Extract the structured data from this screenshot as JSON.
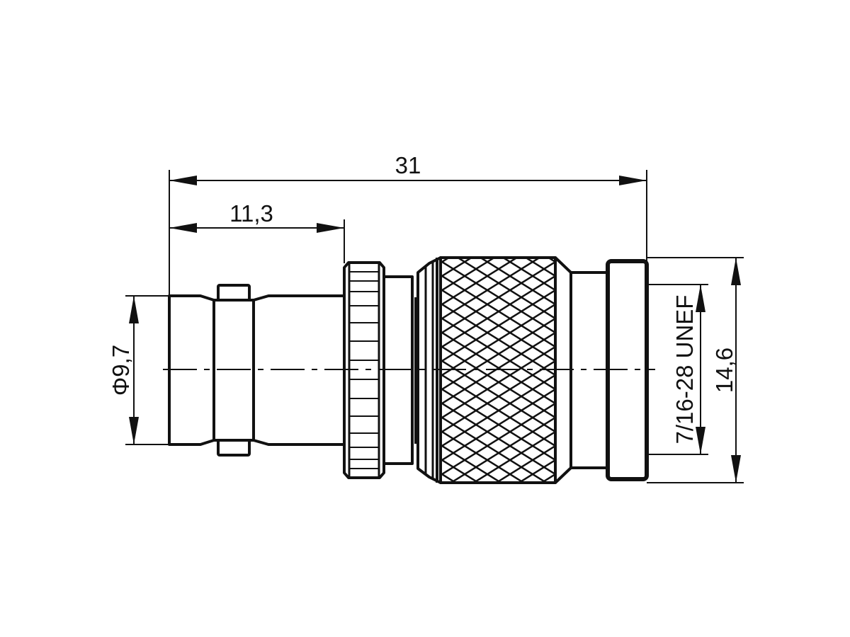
{
  "drawing": {
    "type": "technical-dimension-drawing",
    "subject": "coaxial adapter (BNC female to TNC male)",
    "colors": {
      "line": "#111111",
      "background": "#ffffff"
    }
  },
  "dimensions": {
    "overall_length": "31",
    "body_length": "11,3",
    "left_diameter": "Φ9,7",
    "thread_spec": "7/16-28 UNEF",
    "outer_height": "14,6"
  }
}
